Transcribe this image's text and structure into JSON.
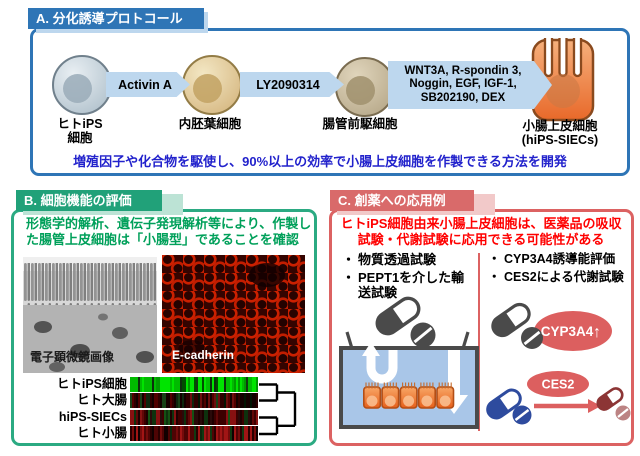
{
  "colors": {
    "panel_a_accent": "#2E75B6",
    "panel_b_accent": "#21A179",
    "panel_c_accent": "#DC6262",
    "arrow_fill": "#BDD7EE",
    "summary_text_blue": "#2222CC",
    "panel_b_text_green": "#00A05A",
    "panel_c_text_red": "#FF0000"
  },
  "panel_a": {
    "tab_label": "A. 分化誘導プロトコール",
    "stages": [
      {
        "lines": [
          "ヒトiPS",
          "細胞"
        ]
      },
      {
        "lines": [
          "内胚葉細胞"
        ]
      },
      {
        "lines": [
          "腸管前駆細胞"
        ]
      },
      {
        "lines": [
          "小腸上皮細胞",
          "(hiPS-SIECs)"
        ]
      }
    ],
    "arrow1_label": "Activin A",
    "arrow2_label": "LY2090314",
    "arrow3_lines": [
      "WNT3A, R-spondin 3,",
      "Noggin, EGF, IGF-1,",
      "SB202190, DEX"
    ],
    "summary": "増殖因子や化合物を駆使し、90%以上の効率で小腸上皮細胞を作製できる方法を開発"
  },
  "panel_b": {
    "tab_label": "B. 細胞機能の評価",
    "description": "形態学的解析、遺伝子発現解析等により、作製した腸管上皮細胞は「小腸型」であることを確認",
    "em_image_label": "電子顕微鏡画像",
    "ecad_image_label": "E-cadherin",
    "heatmap_rows": [
      "ヒトiPS細胞",
      "ヒト大腸",
      "hiPS-SIECs",
      "ヒト小腸"
    ]
  },
  "panel_c": {
    "tab_label": "C. 創薬への応用例",
    "headline": "ヒトiPS細胞由来小腸上皮細胞は、医薬品の吸収試験・代謝試験に応用できる可能性がある",
    "bullet_char": "・",
    "left_tests": [
      "物質透過試験",
      "PEPT1を介した輸送試験"
    ],
    "right_tests": [
      "CYP3A4誘導能評価",
      "CES2による代謝試験"
    ],
    "cyp_badge": "CYP3A4",
    "cyp_arrow": "↑",
    "ces_badge": "CES2"
  }
}
